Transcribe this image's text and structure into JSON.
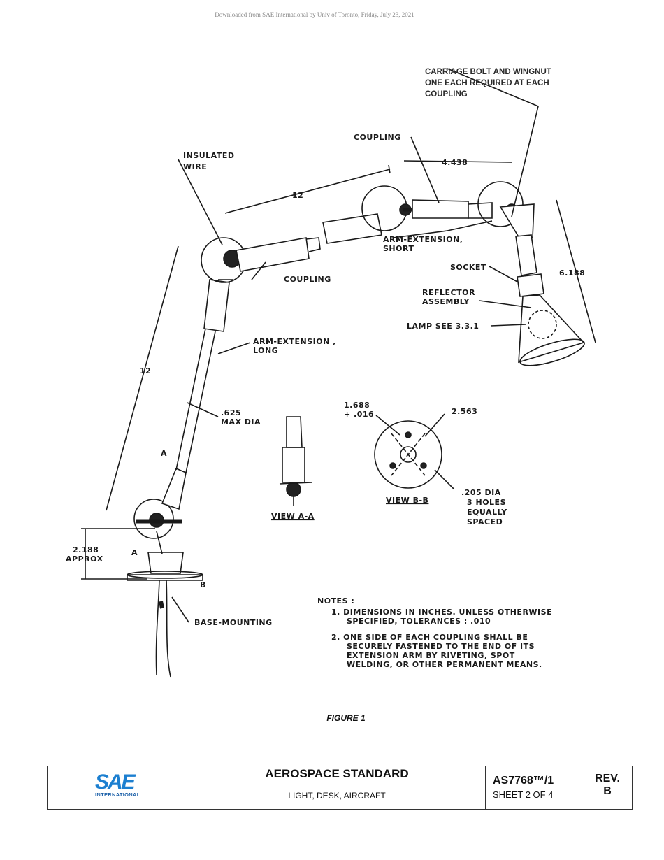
{
  "watermark": "Downloaded from SAE International by Univ of Toronto, Friday, July 23, 2021",
  "drawing": {
    "carriage_note": [
      "CARRIAGE BOLT AND WINGNUT",
      "ONE EACH REQUIRED AT EACH",
      "COUPLING"
    ],
    "insulated_wire": [
      "INSULATED",
      "WIRE"
    ],
    "coupling_top": "COUPLING",
    "coupling_mid": "COUPLING",
    "dim_4438": "4.438",
    "dim_12_top": "12",
    "dim_12_left": "12",
    "dim_6188": "6.188",
    "arm_short": [
      "ARM-EXTENSION,",
      "SHORT"
    ],
    "socket": "SOCKET",
    "reflector": [
      "REFLECTOR",
      "ASSEMBLY"
    ],
    "lamp": "LAMP SEE 3.3.1",
    "arm_long": [
      "ARM-EXTENSION ,",
      "LONG"
    ],
    "dia625": [
      ".625",
      "MAX DIA"
    ],
    "dim_1688": [
      "1.688",
      "+ .016"
    ],
    "dim_2563": "2.563",
    "holes": [
      ".205 DIA",
      "3 HOLES",
      "EQUALLY",
      "SPACED"
    ],
    "view_aa": "VIEW A-A",
    "view_bb": "VIEW B-B",
    "section_a": "A",
    "section_b": "B",
    "dim_2188": [
      "2.188",
      "APPROX"
    ],
    "base": "BASE-MOUNTING",
    "notes_title": "NOTES :",
    "note1": [
      "1.  DIMENSIONS IN INCHES. UNLESS OTHERWISE",
      "SPECIFIED, TOLERANCES : .010"
    ],
    "note2": [
      "2.  ONE SIDE OF EACH COUPLING SHALL BE",
      "SECURELY FASTENED TO THE END OF ITS",
      "EXTENSION ARM BY RIVETING, SPOT",
      "WELDING, OR OTHER PERMANENT MEANS."
    ]
  },
  "caption": "FIGURE 1",
  "titleblock": {
    "logo_text": "SAE",
    "logo_sub": "INTERNATIONAL",
    "title": "AEROSPACE STANDARD",
    "subtitle": "LIGHT, DESK, AIRCRAFT",
    "doc_number": "AS7768™/1",
    "sheet": "SHEET 2 OF 4",
    "rev_label": "REV.",
    "rev_value": "B"
  },
  "colors": {
    "logo_blue": "#1c7fd0",
    "line": "#1a1a1a"
  }
}
